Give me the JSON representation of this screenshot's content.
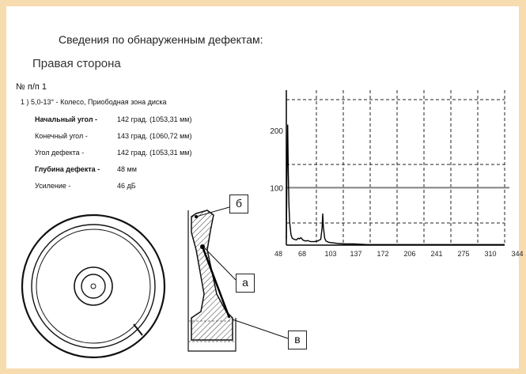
{
  "report": {
    "title": "Сведения по обнаруженным дефектам:",
    "side": "Правая сторона",
    "record_number": "№ п/п 1",
    "location": "1 ) 5,0-13° - Колесо, Приободная зона диска",
    "params": [
      {
        "label": "Начальный угол -",
        "value": "142 град. (1053,31 мм)"
      },
      {
        "label": "Конечный угол -",
        "value": "143 град. (1060,72 мм)"
      },
      {
        "label": "Угол дефекта -",
        "value": "142 град. (1053,31 мм)"
      },
      {
        "label": "Глубина дефекта -",
        "value": "48 мм"
      },
      {
        "label": "Усиление -",
        "value": "46 дБ"
      }
    ]
  },
  "callouts": {
    "a": "а",
    "b": "б",
    "v": "в"
  },
  "colors": {
    "page_border": "#f7dcb0",
    "signal": "#000000",
    "threshold": "#808080"
  },
  "chart_data": {
    "type": "line",
    "x_ticks": [
      "48",
      "68",
      "103",
      "137",
      "172",
      "206",
      "241",
      "275",
      "310",
      "344"
    ],
    "y_ticks": [
      "100",
      "200"
    ],
    "xlim": [
      48,
      378
    ],
    "ylim": [
      0,
      270
    ],
    "threshold": 100,
    "grid": true,
    "series": [
      {
        "x": [
          48,
          49,
          50,
          51,
          52,
          53,
          55,
          57,
          60,
          63,
          66,
          68,
          70,
          73,
          77,
          80,
          85,
          90,
          95,
          100,
          102,
          103,
          104,
          106,
          108,
          112,
          118,
          125,
          135,
          150,
          170,
          200,
          250,
          300,
          378
        ],
        "y": [
          10,
          130,
          210,
          125,
          70,
          40,
          18,
          12,
          10,
          9,
          12,
          11,
          13,
          9,
          7,
          8,
          6,
          6,
          7,
          10,
          30,
          55,
          32,
          12,
          7,
          5,
          4,
          3,
          2,
          2,
          1,
          1,
          1,
          1,
          1
        ]
      }
    ]
  }
}
